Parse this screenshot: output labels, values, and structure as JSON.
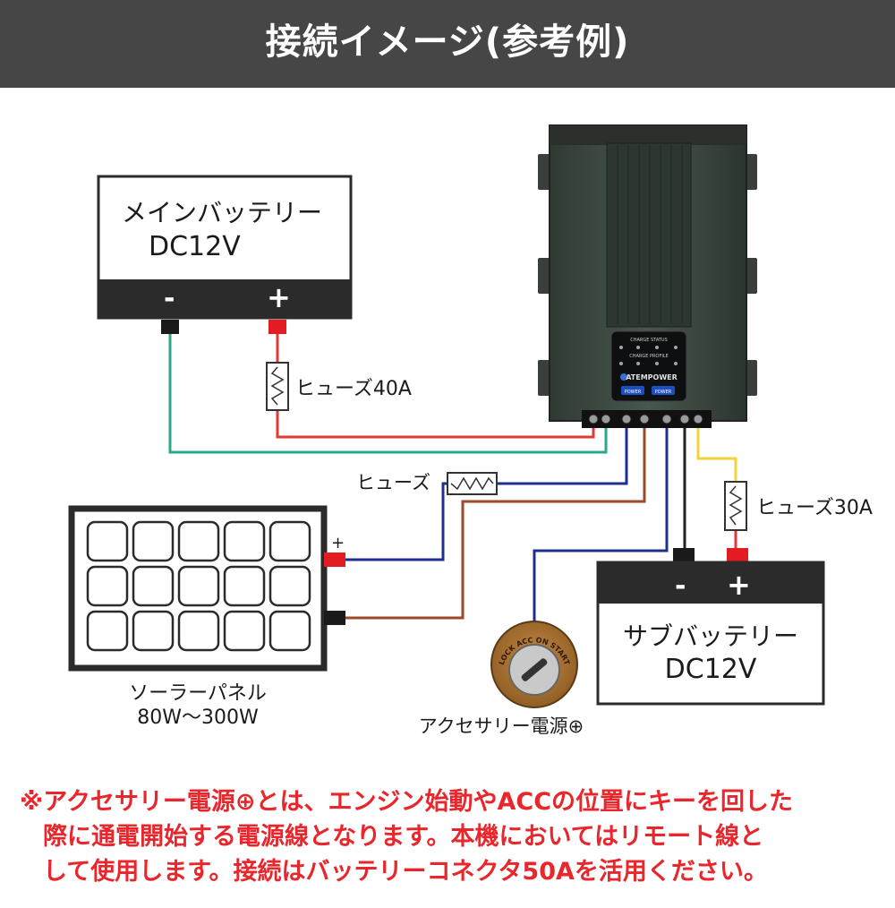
{
  "header": {
    "title": "接続イメージ(参考例)"
  },
  "main_battery": {
    "name": "メインバッテリー",
    "voltage": "DC12V",
    "neg": "-",
    "pos": "+"
  },
  "sub_battery": {
    "name": "サブバッテリー",
    "voltage": "DC12V",
    "neg": "-",
    "pos": "+"
  },
  "fuse_main": {
    "label": "ヒューズ40A"
  },
  "fuse_solar": {
    "label": "ヒューズ"
  },
  "fuse_sub": {
    "label": "ヒューズ30A"
  },
  "solar": {
    "name": "ソーラーパネル",
    "power": "80W〜300W",
    "pos_mark": "+"
  },
  "accessory": {
    "label": "アクセサリー電源⊕",
    "key_text": "LOCK ACC ON START"
  },
  "device": {
    "brand": "ATEMPOWER",
    "status_title": "CHARGE STATUS",
    "profile_title": "CHARGE PROFILE",
    "power_labels": [
      "POWER",
      "POWER"
    ]
  },
  "wire_colors": {
    "green": "#2aa88a",
    "red": "#e53935",
    "blue": "#1f2f8f",
    "brown": "#9b4a2a",
    "yellow": "#f0d43a",
    "black": "#222222"
  },
  "notes": [
    "※アクセサリー電源⊕とは、エンジン始動やACCの位置にキーを回した",
    "際に通電開始する電源線となります。本機においてはリモート線と",
    "して使用します。接続はバッテリーコネクタ50Aを活用ください。"
  ]
}
